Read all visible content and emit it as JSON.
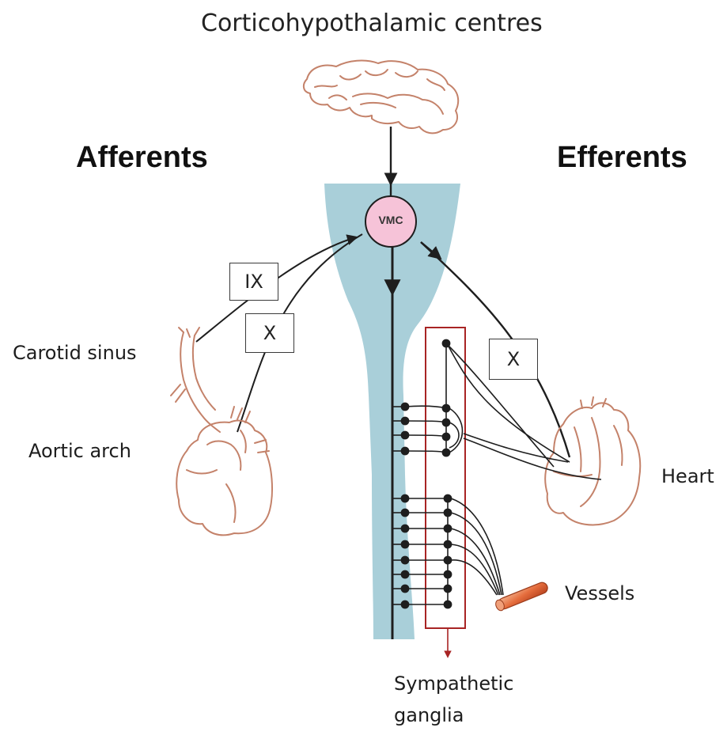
{
  "title": "Corticohypothalamic centres",
  "headings": {
    "left": "Afferents",
    "right": "Efferents"
  },
  "centre": {
    "label": "VMC"
  },
  "nerves": {
    "afferent_top": "IX",
    "afferent_bottom": "X",
    "efferent": "X"
  },
  "labels": {
    "carotid": "Carotid sinus",
    "aortic": "Aortic arch",
    "heart": "Heart",
    "vessels": "Vessels",
    "ganglia_line1": "Sympathetic",
    "ganglia_line2": "ganglia"
  },
  "colors": {
    "spinal_cord": "#a9cfd9",
    "vmc_fill": "#f6c3d8",
    "outline": "#c4826a",
    "ganglia_box": "#a82424",
    "vessel": "#e06a3c"
  }
}
